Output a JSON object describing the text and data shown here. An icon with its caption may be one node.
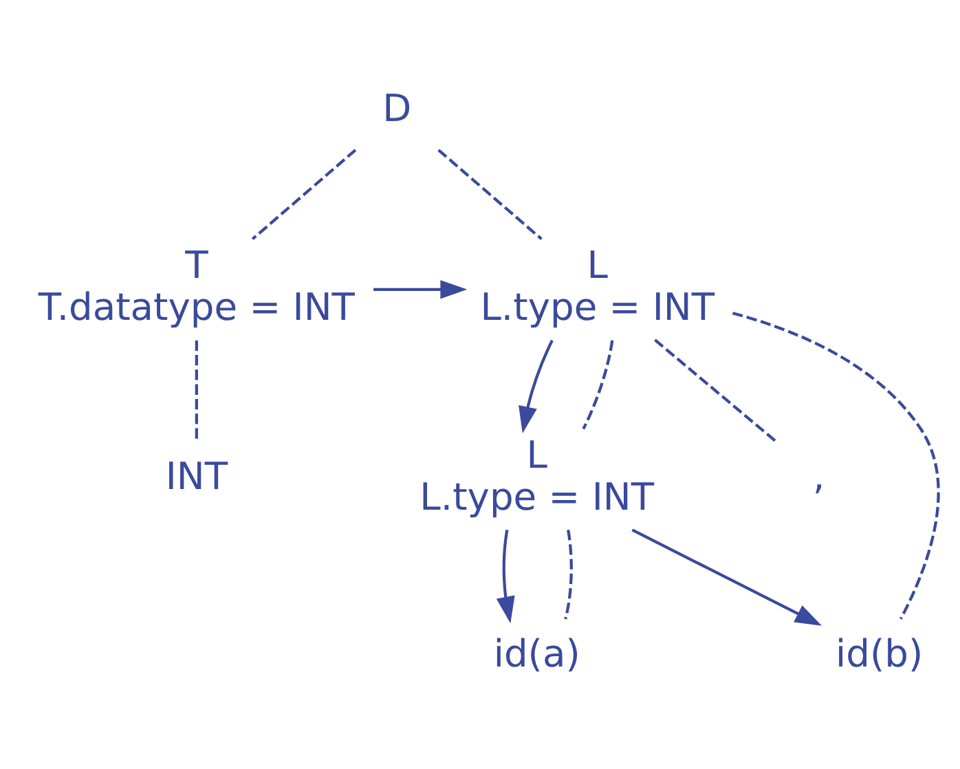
{
  "diagram": {
    "nodes": [
      {
        "text": [
          "D"
        ]
      },
      {
        "text": [
          "T",
          "T.datatype = INT"
        ]
      },
      {
        "text": [
          "L",
          "L.type = INT"
        ]
      },
      {
        "text": [
          "INT"
        ]
      },
      {
        "text": [
          "L",
          "L.type = INT"
        ]
      },
      {
        "text": [
          ","
        ]
      },
      {
        "text": [
          "id(b)"
        ]
      },
      {
        "text": [
          "id(a)"
        ]
      }
    ],
    "edges": [
      {
        "from": 0,
        "to": 1,
        "arrow": "none",
        "style": "dashed"
      },
      {
        "from": 0,
        "to": 2,
        "arrow": "none",
        "style": "dashed"
      },
      {
        "from": 1,
        "to": 2,
        "arrow": "to"
      },
      {
        "from": 1,
        "to": 3,
        "arrow": "none",
        "style": "dashed"
      },
      {
        "from": 2,
        "to": 4,
        "arrow": "to"
      },
      {
        "from": 2,
        "to": 4,
        "arrow": "none",
        "style": "dashed"
      },
      {
        "from": 2,
        "to": 5,
        "arrow": "none",
        "style": "dashed"
      },
      {
        "from": 2,
        "to": 6,
        "arrow": "none",
        "style": "dashed"
      },
      {
        "from": 4,
        "to": 7,
        "arrow": "to"
      },
      {
        "from": 4,
        "to": 7,
        "arrow": "none",
        "style": "dashed"
      },
      {
        "from": 4,
        "to": 6,
        "arrow": "to"
      }
    ]
  }
}
